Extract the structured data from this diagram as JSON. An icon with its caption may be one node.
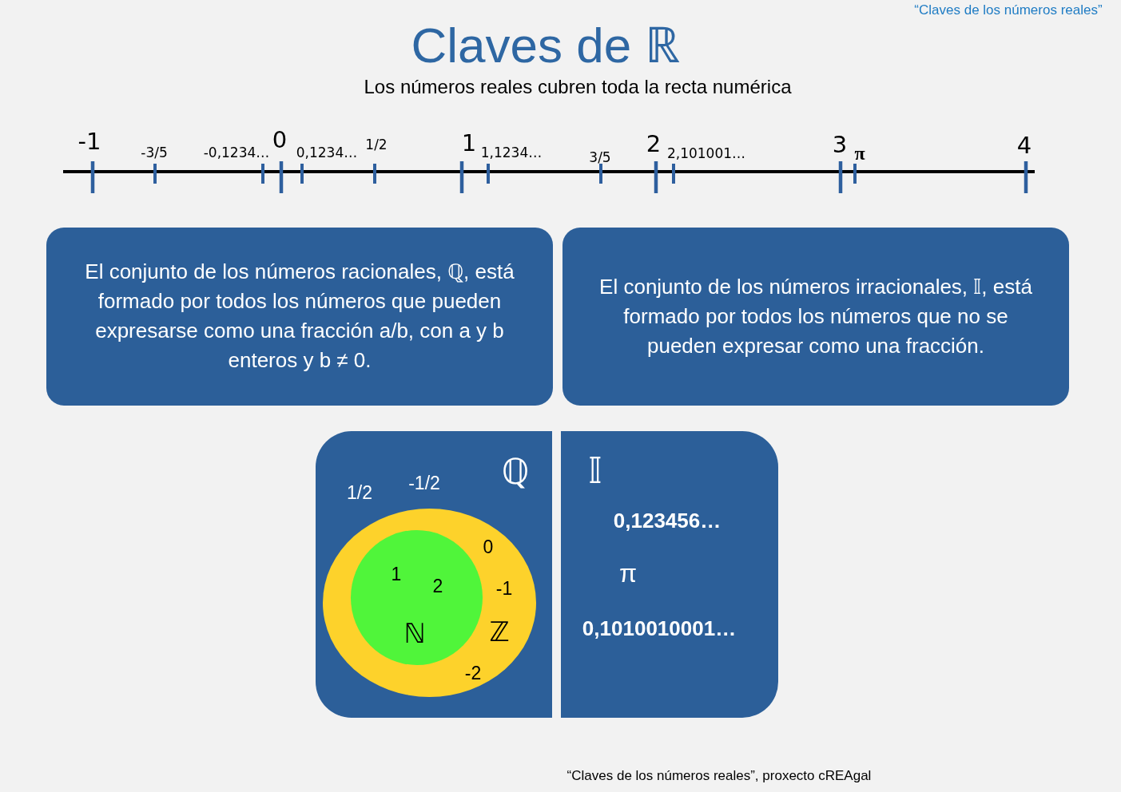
{
  "diagram": {
    "title": "Claves de ℝ",
    "nodes": [
      {
        "text": [
          "El conjunto de los números racionales, ℚ, está formado por todos los números que pueden expresarse como una fracción a/b, con a y b enteros y b ≠ 0."
        ]
      },
      {
        "text": [
          "El conjunto de los números irracionales, 𝕀, está formado por todos los números que no se pueden expresar como una fracción."
        ]
      },
      {
        "text": [
          "ℚ",
          "1/2",
          "-1/2"
        ]
      },
      {
        "text": [
          "ℤ",
          "0",
          "-1",
          "-2"
        ],
        "in": 2
      },
      {
        "text": [
          "ℕ",
          "1",
          "2"
        ],
        "in": 3
      },
      {
        "text": [
          "𝕀",
          "0,123456…",
          "π",
          "0,1010010001…"
        ]
      }
    ],
    "labels": [
      "“Claves de los números reales”",
      "Los números reales cubren toda la recta numérica",
      "-1",
      "-3/5",
      "-0,1234…",
      "0",
      "0,1234…",
      "1/2",
      "1",
      "1,1234…",
      "3/5",
      "2",
      "2,101001…",
      "3",
      "π",
      "4",
      "“Claves de los números reales”, proxecto cREAgal"
    ]
  }
}
